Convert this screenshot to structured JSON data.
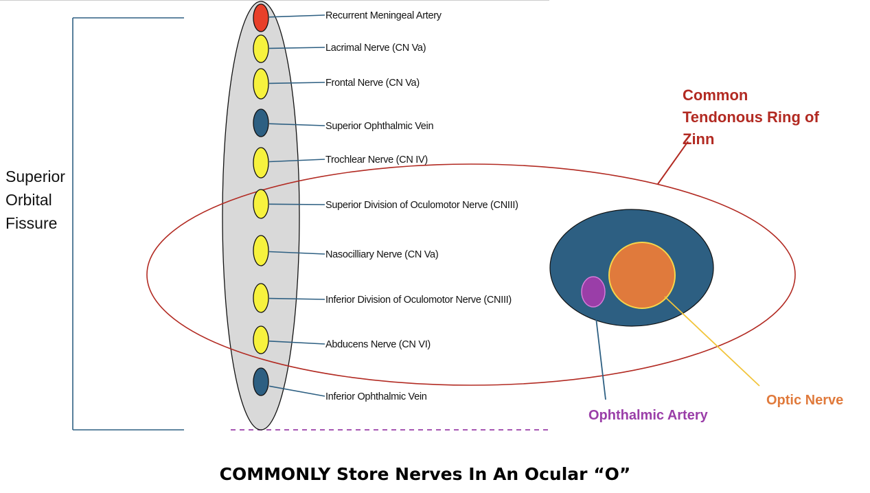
{
  "fissure_label": [
    "Superior",
    "Orbital",
    "Fissure"
  ],
  "ring_label": [
    "Common",
    "Tendonous Ring of",
    "Zinn"
  ],
  "structures": [
    {
      "label": "Recurrent Meningeal Artery",
      "color": "#e8402a"
    },
    {
      "label": "Lacrimal Nerve (CN Va)",
      "color": "#f7f23e"
    },
    {
      "label": "Frontal Nerve (CN Va)",
      "color": "#f7f23e"
    },
    {
      "label": "Superior Ophthalmic Vein",
      "color": "#2d5f82"
    },
    {
      "label": "Trochlear Nerve (CN IV)",
      "color": "#f7f23e"
    },
    {
      "label": "Superior Division of Oculomotor Nerve (CNIII)",
      "color": "#f7f23e"
    },
    {
      "label": "Nasocilliary Nerve (CN Va)",
      "color": "#f7f23e"
    },
    {
      "label": "Inferior Division of Oculomotor Nerve (CNIII)",
      "color": "#f7f23e"
    },
    {
      "label": "Abducens Nerve (CN VI)",
      "color": "#f7f23e"
    },
    {
      "label": "Inferior Ophthalmic Vein",
      "color": "#2d5f82"
    }
  ],
  "optic_nerve_label": "Optic Nerve",
  "ophthalmic_artery_label": "Ophthalmic Artery",
  "caption": "COMMONLY Store Nerves In An Ocular “O”",
  "colors": {
    "fissure_fill": "#d9d9d9",
    "ring_stroke": "#b22a22",
    "canal_fill": "#2d5f82",
    "optic_fill": "#e07a3c",
    "artery_fill": "#9a3ea8",
    "dashed_line": "#9a3ea8"
  }
}
